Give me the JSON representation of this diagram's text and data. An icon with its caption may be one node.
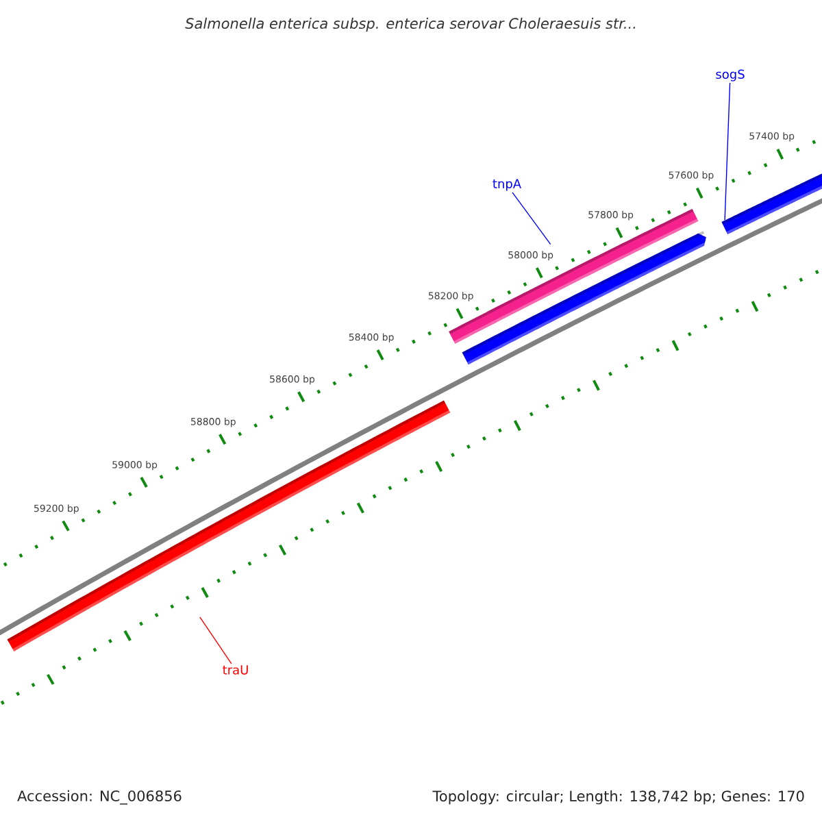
{
  "diagram": {
    "title": "Salmonella enterica subsp. enterica serovar Choleraesuis str...",
    "nodes": [
      {
        "text": [
          "sogS"
        ]
      },
      {
        "text": [
          "tnpA"
        ]
      },
      {
        "text": [
          "traU"
        ]
      },
      {
        "text": [],
        "shape": "bar"
      },
      {
        "text": [],
        "shape": "bar"
      },
      {
        "text": [],
        "shape": "bar"
      },
      {
        "text": [],
        "shape": "bar"
      }
    ],
    "edges": [
      {
        "from": 0,
        "to": 3,
        "arrow": "none"
      },
      {
        "from": 1,
        "to": 4,
        "arrow": "none"
      },
      {
        "from": 2,
        "to": 6,
        "arrow": "none",
        "color": "#ff0000"
      }
    ],
    "labels": [
      "57400 bp",
      "57600 bp",
      "57800 bp",
      "58000 bp",
      "58200 bp",
      "58400 bp",
      "58600 bp",
      "58800 bp",
      "59000 bp",
      "59200 bp",
      "Accession: NC_006856",
      "Topology: circular; Length: 138,742 bp; Genes: 170"
    ]
  }
}
